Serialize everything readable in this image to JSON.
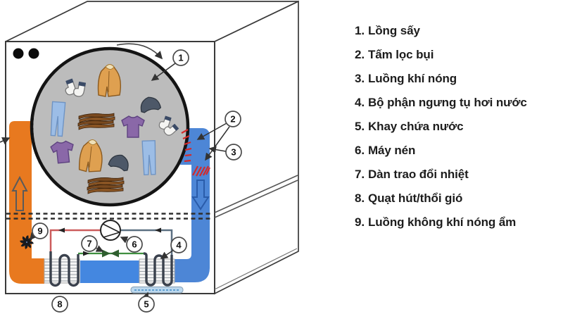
{
  "colors": {
    "orange_duct": "#e8791f",
    "blue_duct": "#4d86d6",
    "water_blue": "#4487e0",
    "drum_gray": "#bcbcbc",
    "outline": "#3a3a3a",
    "red_pipe": "#cc5c5c",
    "green_pipe": "#3f8f3f",
    "gray_pipe": "#5c7082",
    "filter_red": "#d42a2a",
    "tray_blue": "#bcd8ee",
    "legend_text": "#1c1c1c"
  },
  "legend": {
    "items": [
      {
        "num": "1.",
        "label": "Lồng sấy"
      },
      {
        "num": "2.",
        "label": "Tấm lọc bụi"
      },
      {
        "num": "3.",
        "label": "Luồng khí nóng"
      },
      {
        "num": "4.",
        "label": "Bộ phận ngưng tụ hơi nước"
      },
      {
        "num": "5.",
        "label": "Khay chứa nước"
      },
      {
        "num": "6.",
        "label": "Máy nén"
      },
      {
        "num": "7.",
        "label": "Dàn trao đổi nhiệt"
      },
      {
        "num": "8.",
        "label": "Quạt hút/thổi gió"
      },
      {
        "num": "9.",
        "label": "Luồng không khí nóng ẩm"
      }
    ]
  },
  "diagram": {
    "callouts": [
      "1",
      "2",
      "3",
      "4",
      "5",
      "6",
      "7",
      "8",
      "9"
    ]
  }
}
